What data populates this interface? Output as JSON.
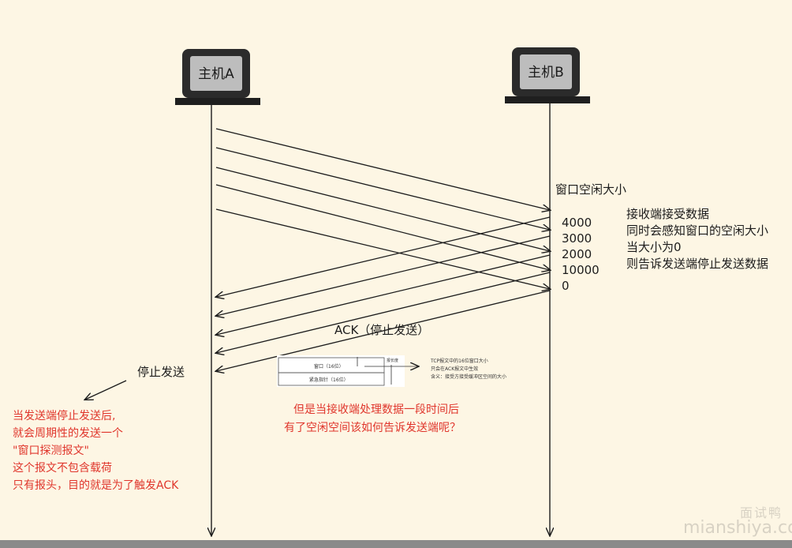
{
  "hosts": {
    "a": "主机A",
    "b": "主机B"
  },
  "window": {
    "label": "窗口空闲大小",
    "sizes": [
      "4000",
      "3000",
      "2000",
      "10000",
      "0"
    ]
  },
  "receiver_note": [
    "接收端接受数据",
    "同时会感知窗口的空闲大小",
    "当大小为0",
    "则告诉发送端停止发送数据"
  ],
  "ack_label": "ACK（停止发送）",
  "stop_label": "停止发送",
  "probe_note": [
    "当发送端停止发送后,",
    "就会周期性的发送一个",
    "\"窗口探测报文\"",
    "这个报文不包含载荷",
    "只有报头，目的就是为了触发ACK"
  ],
  "question": [
    "但是当接收端处理数据一段时间后",
    "有了空闲空间该如何告诉发送端呢？"
  ],
  "header_snippet": {
    "row1": "窗口（16位）",
    "row2": "紧急指针（16位）",
    "side": "报长度",
    "notes": [
      "TCP报文中的16位窗口大小",
      "只会在ACK报文中生效",
      "含义：接受方接受缓冲区空间的大小"
    ]
  },
  "watermark": {
    "cn": "面试鸭",
    "url": "mianshiya.com"
  },
  "colors": {
    "background": "#fdf6e4",
    "ink": "#1c1c1c",
    "accent_red": "#e0362c",
    "monitor": "#2b2b2b",
    "screen": "#bdbdbd"
  }
}
